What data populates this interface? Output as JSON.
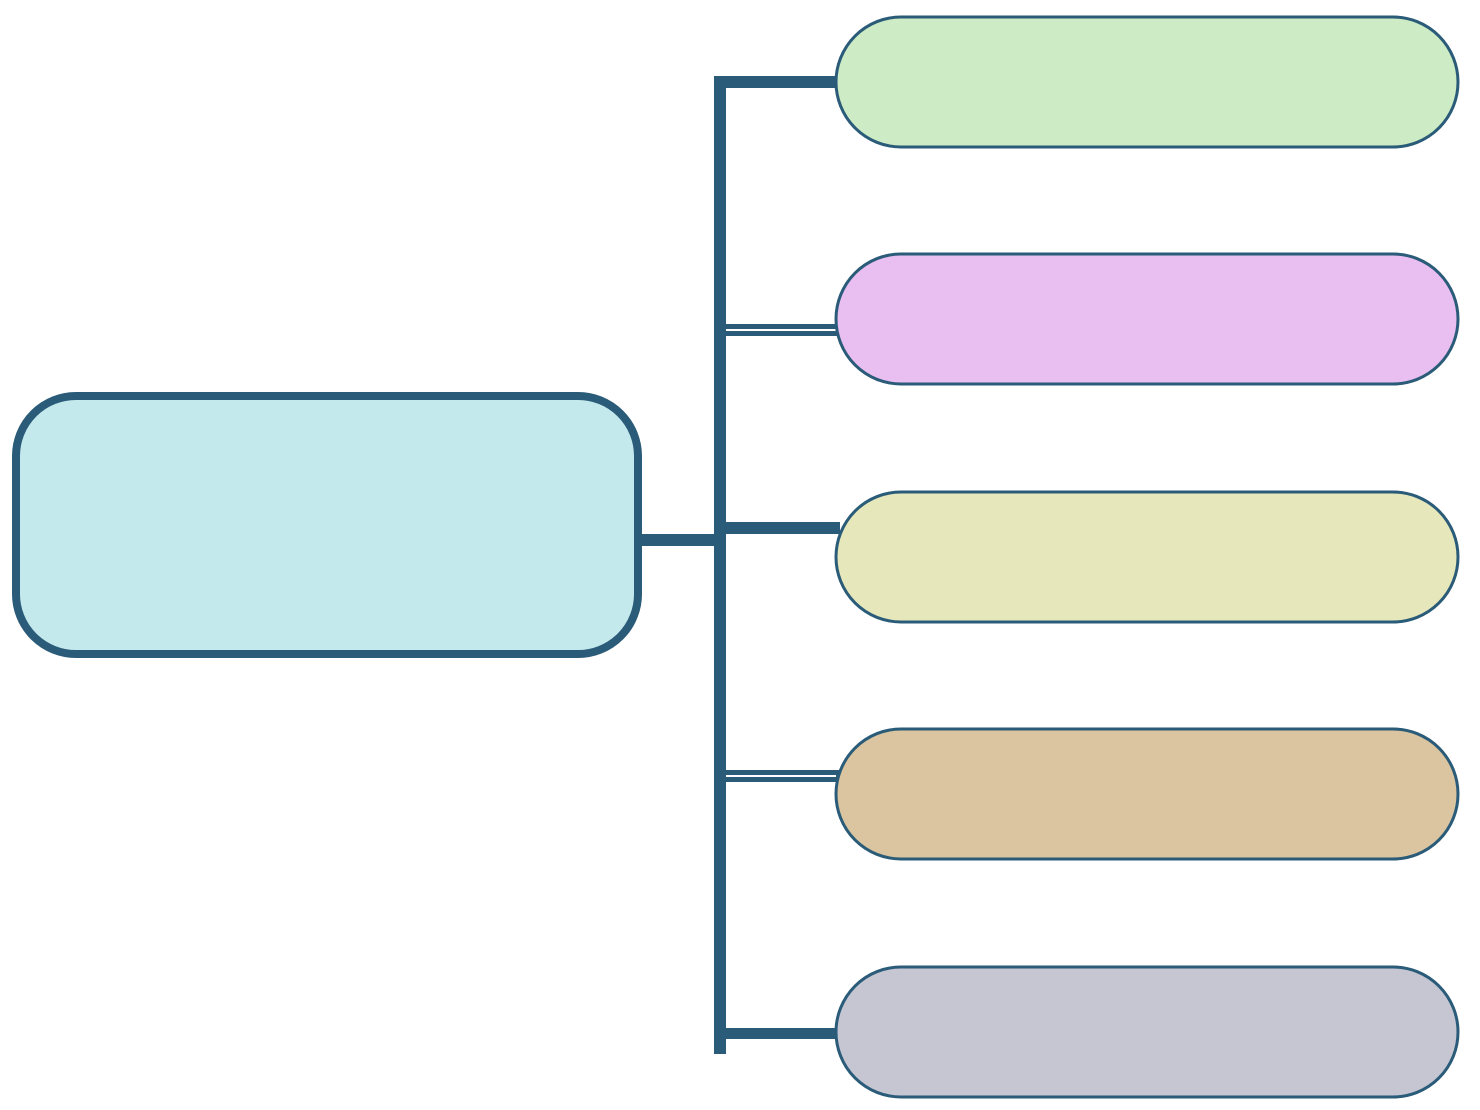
{
  "diagram": {
    "colors": {
      "stroke": "#2a5b78",
      "root_fill": "#c4e9ed",
      "gap": "#ffffff"
    },
    "root": {
      "label": "",
      "shape": "rounded-rectangle"
    },
    "branches": [
      {
        "label": "",
        "fill": "#cdebc4",
        "shape": "pill"
      },
      {
        "label": "",
        "fill": "#e8bff0",
        "shape": "pill"
      },
      {
        "label": "",
        "fill": "#e6e7bb",
        "shape": "pill"
      },
      {
        "label": "",
        "fill": "#dbc5a0",
        "shape": "pill"
      },
      {
        "label": "",
        "fill": "#c6c6d3",
        "shape": "pill"
      }
    ]
  }
}
